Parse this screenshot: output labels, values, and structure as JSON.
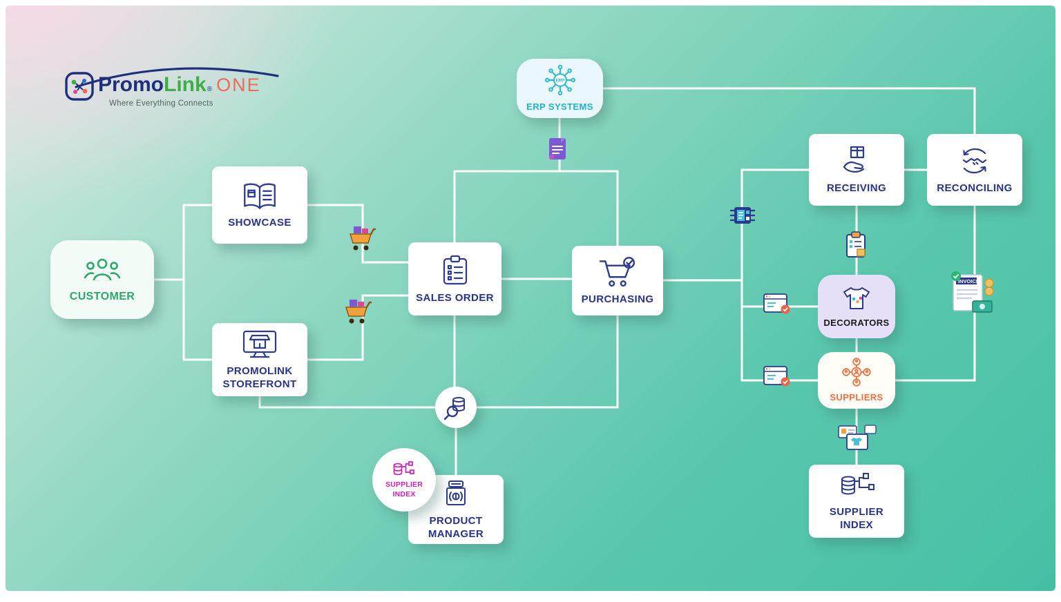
{
  "logo": {
    "brand_part1": "Promo",
    "brand_part2": "Link",
    "registered_mark": "®",
    "brand_part3": "ONE",
    "tagline": "Where Everything Connects"
  },
  "colors": {
    "background_teal": "#45c0a5",
    "background_pink": "#f6d9e6",
    "connector_line": "#ffffff",
    "navy": "#27348b",
    "green": "#2aa968",
    "teal_accent": "#1cb4cd",
    "orange": "#f0703c",
    "magenta": "#cf1fb6",
    "lavender": "#e6dff8",
    "coral": "#f2695c"
  },
  "nodes": {
    "customer": {
      "label": "CUSTOMER"
    },
    "showcase": {
      "label": "SHOWCASE"
    },
    "storefront": {
      "label": "PROMOLINK STOREFRONT"
    },
    "sales_order": {
      "label": "SALES ORDER"
    },
    "purchasing": {
      "label": "PURCHASING"
    },
    "erp": {
      "label": "ERP SYSTEMS",
      "icon_text": "ERP"
    },
    "receiving": {
      "label": "RECEIVING"
    },
    "reconciling": {
      "label": "RECONCILING"
    },
    "decorators": {
      "label": "DECORATORS"
    },
    "suppliers": {
      "label": "SUPPLIERS"
    },
    "supplier_index_badge": {
      "label": "SUPPLIER INDEX"
    },
    "product_manager": {
      "label": "PRODUCT MANAGER"
    },
    "supplier_index": {
      "label": "SUPPLIER INDEX"
    }
  },
  "decorations": {
    "invoice_label": "INVOICE"
  }
}
